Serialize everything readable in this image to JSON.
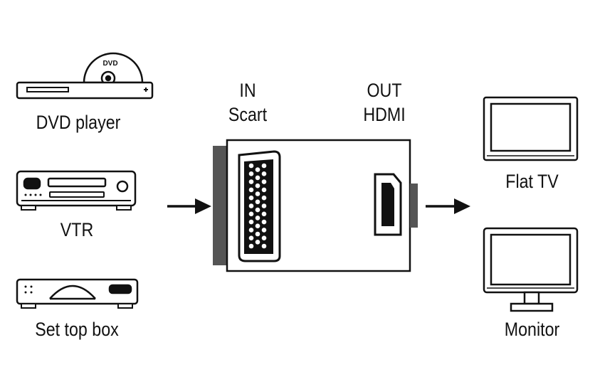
{
  "sources": {
    "dvd_player": {
      "label": "DVD player",
      "disc_text": "DVD"
    },
    "vtr": {
      "label": "VTR"
    },
    "set_top_box": {
      "label": "Set top box"
    }
  },
  "adapter": {
    "input": {
      "line1": "IN",
      "line2": "Scart"
    },
    "output": {
      "line1": "OUT",
      "line2": "HDMI"
    }
  },
  "outputs": {
    "flat_tv": {
      "label": "Flat TV"
    },
    "monitor": {
      "label": "Monitor"
    }
  },
  "colors": {
    "stroke": "#111111",
    "fill": "#ffffff",
    "connector": "#555555"
  }
}
